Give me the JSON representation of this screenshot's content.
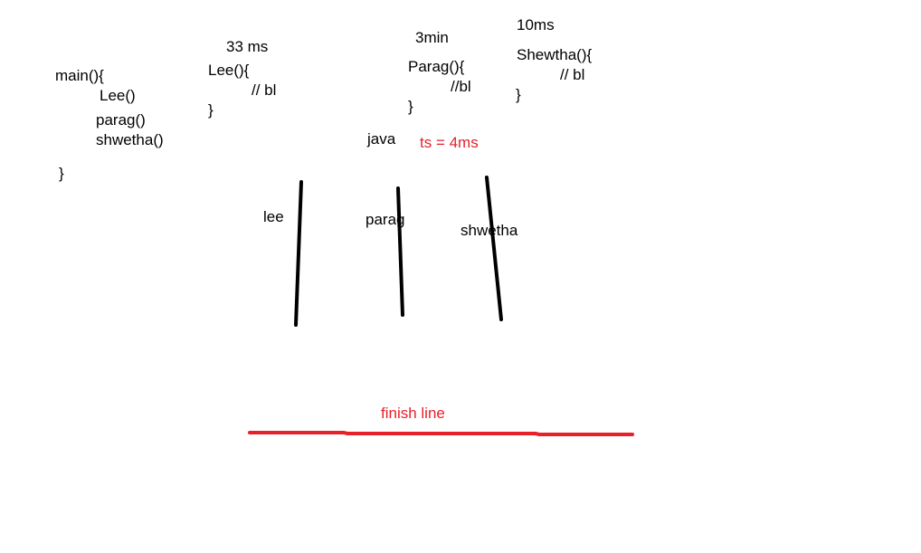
{
  "main_block": {
    "line1": "main(){",
    "line2": "Lee()",
    "line3": "parag()",
    "line4": "shwetha()",
    "line5": "}"
  },
  "lee_block": {
    "time": "33 ms",
    "line1": "Lee(){",
    "line2": "// bl",
    "line3": "}"
  },
  "parag_block": {
    "time": "3min",
    "line1": "Parag(){",
    "line2": "//bl",
    "line3": "}"
  },
  "shwetha_block": {
    "time": "10ms",
    "line1": "Shewtha(){",
    "line2": "// bl",
    "line3": "}"
  },
  "java_label": "java",
  "timeslice_label": "ts = 4ms",
  "lanes": {
    "lee": "lee",
    "parag": "parag",
    "shwetha": "shwetha"
  },
  "finish_label": "finish line",
  "colors": {
    "ink": "#000000",
    "accent": "#e8202a"
  }
}
